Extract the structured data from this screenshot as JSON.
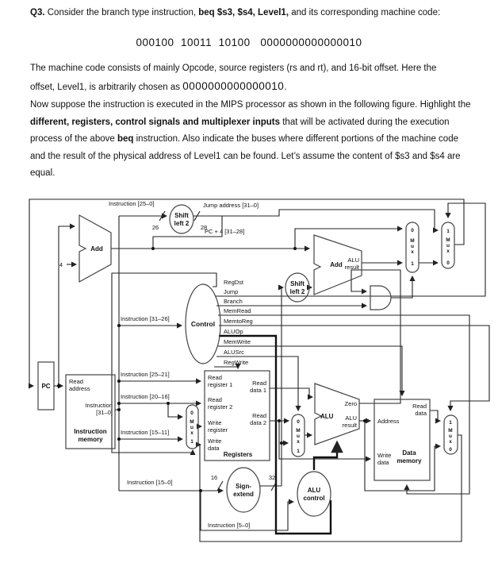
{
  "text": {
    "p1": [
      {
        "t": "Q3.",
        "b": true
      },
      {
        "t": " Consider the branch type instruction, ",
        "b": false
      },
      {
        "t": "beq $s3, $s4, Level1,",
        "b": true
      },
      {
        "t": " and its corresponding machine code:",
        "b": false
      }
    ],
    "machine_code": "000100  10011  10100   0000000000000010",
    "p2a": "The machine code consists of mainly Opcode, source registers (rs and rt), and 16-bit offset. Here the",
    "p2b_pre": "offset, Level1, is arbitrarily chosen as ",
    "p2b_code": "0000000000000010",
    "p2b_post": ".",
    "p3": [
      {
        "t": "Now suppose the instruction is executed in the MIPS processor as shown in the following figure. Highlight the ",
        "b": false
      },
      {
        "t": "different, registers, control signals and multiplexer inputs",
        "b": true
      },
      {
        "t": " that will be activated during the execution process of the above ",
        "b": false
      },
      {
        "t": "beq",
        "b": true
      },
      {
        "t": " instruction. Also indicate the buses where different portions of the machine code and the result of the physical address of Level1 can be found. Let’s assume the content of $s3 and $s4 are equal.",
        "b": false
      }
    ]
  },
  "d": {
    "pc": "PC",
    "read": "Read",
    "write": "Write",
    "address": "address",
    "addr_cap": "Address",
    "data": "data",
    "instruction": "Instruction",
    "memory": "memory",
    "i31_0": "[31–0]",
    "i25_0": "Instruction [25–0]",
    "i31_26": "Instruction [31–26]",
    "i25_21": "Instruction [25–21]",
    "i20_16": "Instruction [20–16]",
    "i15_11": "Instruction [15–11]",
    "i15_0": "Instruction [15–0]",
    "i5_0": "Instruction [5–0]",
    "jump_addr": "Jump address [31–0]",
    "pc4": "PC + 4 [31–28]",
    "n4": "4",
    "n16": "16",
    "n26": "26",
    "n28": "28",
    "n32": "32",
    "add": "Add",
    "alu": "ALU",
    "zero": "Zero",
    "result": "result",
    "control": "Control",
    "shift": "Shift",
    "left2": "left 2",
    "sign": "Sign-",
    "extend": "extend",
    "alucontrol": "control",
    "registers": "Registers",
    "register": "register",
    "register1": "register 1",
    "register2": "register 2",
    "data1": "data 1",
    "data2": "data 2",
    "datacap": "Data",
    "regdst": "RegDst",
    "jump": "Jump",
    "branch": "Branch",
    "memread": "MemRead",
    "memtoreg": "MemtoReg",
    "aluop": "ALUOp",
    "memwrite": "MemWrite",
    "alusrc": "ALUSrc",
    "regwrite": "RegWrite",
    "m": "M",
    "u": "u",
    "x": "x",
    "n0": "0",
    "n1": "1"
  }
}
